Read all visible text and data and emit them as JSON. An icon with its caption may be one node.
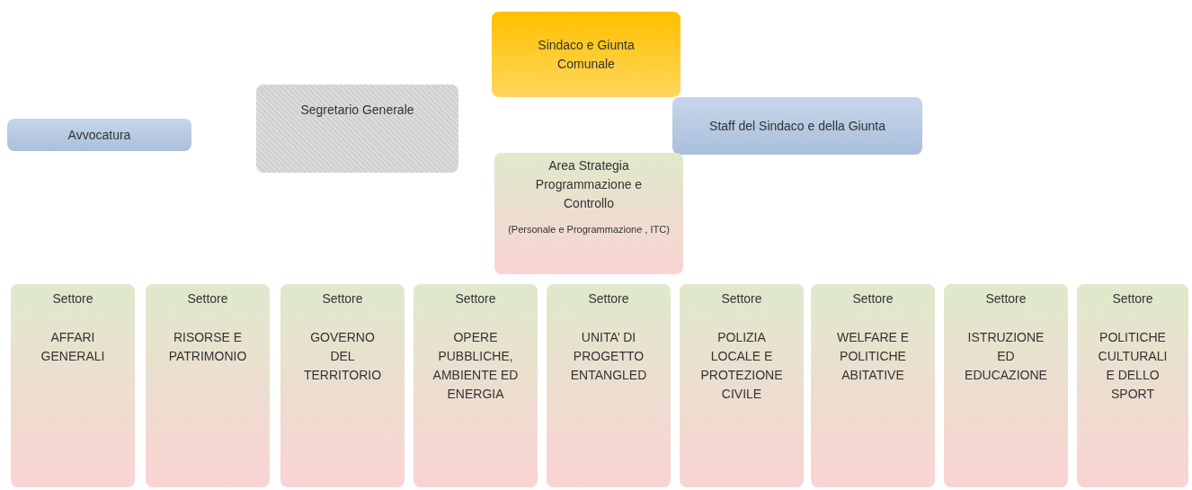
{
  "diagram": {
    "nodes": [
      {
        "text": [
          "Sindaco e Giunta Comunale"
        ]
      },
      {
        "text": [
          "Avvocatura"
        ]
      },
      {
        "text": [
          "Segretario Generale"
        ]
      },
      {
        "text": [
          "Staff del Sindaco e della Giunta"
        ]
      },
      {
        "text": [
          "Area Strategia Programmazione e Controllo",
          "(Personale e Programmazione , ITC)"
        ]
      },
      {
        "text": [
          "Settore",
          "AFFARI GENERALI"
        ]
      },
      {
        "text": [
          "Settore",
          "RISORSE E PATRIMONIO"
        ]
      },
      {
        "text": [
          "Settore",
          "GOVERNO DEL TERRITORIO"
        ]
      },
      {
        "text": [
          "Settore",
          "OPERE PUBBLICHE, AMBIENTE ED ENERGIA"
        ]
      },
      {
        "text": [
          "Settore",
          "UNITA’ DI PROGETTO ENTANGLED"
        ]
      },
      {
        "text": [
          "Settore",
          "POLIZIA LOCALE E PROTEZIONE CIVILE"
        ]
      },
      {
        "text": [
          "Settore",
          "WELFARE E POLITICHE ABITATIVE"
        ]
      },
      {
        "text": [
          "Settore",
          "ISTRUZIONE ED EDUCAZIONE"
        ]
      },
      {
        "text": [
          "Settore",
          "POLITICHE CULTURALI E DELLO SPORT"
        ]
      }
    ]
  }
}
